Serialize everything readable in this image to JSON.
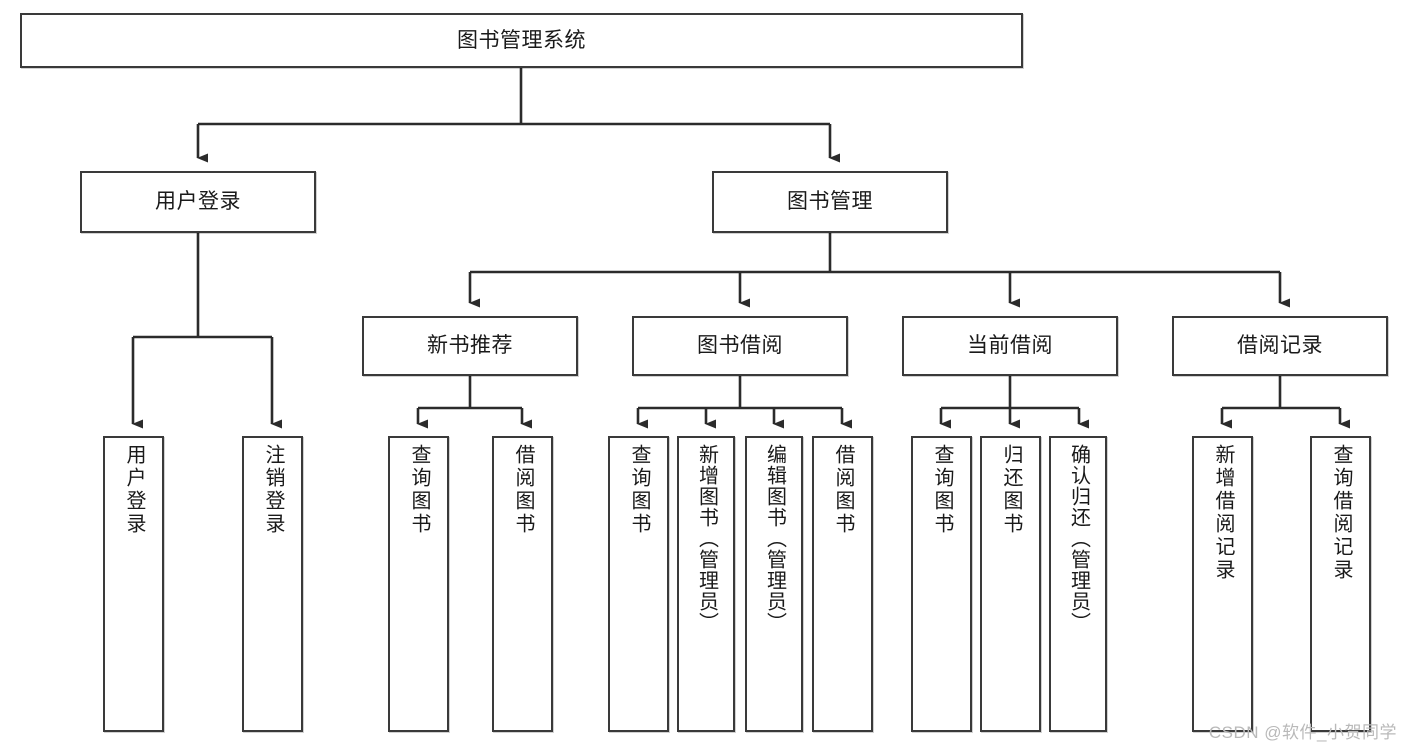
{
  "diagram": {
    "type": "tree-hierarchy-flowchart",
    "title": "图书管理系统",
    "watermark": "CSDN @软件_小贺同学",
    "colors": {
      "box_border": "#3a3a3a",
      "box_fill": "#ffffff",
      "connector": "#2b2b2b",
      "text": "#1a1a1a",
      "watermark": "#b9b9b9",
      "background": "#ffffff"
    },
    "root": {
      "label": "图书管理系统"
    },
    "level2": [
      {
        "label": "用户登录"
      },
      {
        "label": "图书管理"
      }
    ],
    "level3": [
      {
        "label": "新书推荐"
      },
      {
        "label": "图书借阅"
      },
      {
        "label": "当前借阅"
      },
      {
        "label": "借阅记录"
      }
    ],
    "leaves": {
      "user_login": [
        {
          "label": "用户登录"
        },
        {
          "label": "注销登录"
        }
      ],
      "new_book": [
        {
          "label": "查询图书"
        },
        {
          "label": "借阅图书"
        }
      ],
      "borrow_book": [
        {
          "label": "查询图书"
        },
        {
          "label": "新增图书（管理员）"
        },
        {
          "label": "编辑图书（管理员）"
        },
        {
          "label": "借阅图书"
        }
      ],
      "current_borrow": [
        {
          "label": "查询图书"
        },
        {
          "label": "归还图书"
        },
        {
          "label": "确认归还（管理员）"
        }
      ],
      "borrow_record": [
        {
          "label": "新增借阅记录"
        },
        {
          "label": "查询借阅记录"
        }
      ]
    }
  }
}
